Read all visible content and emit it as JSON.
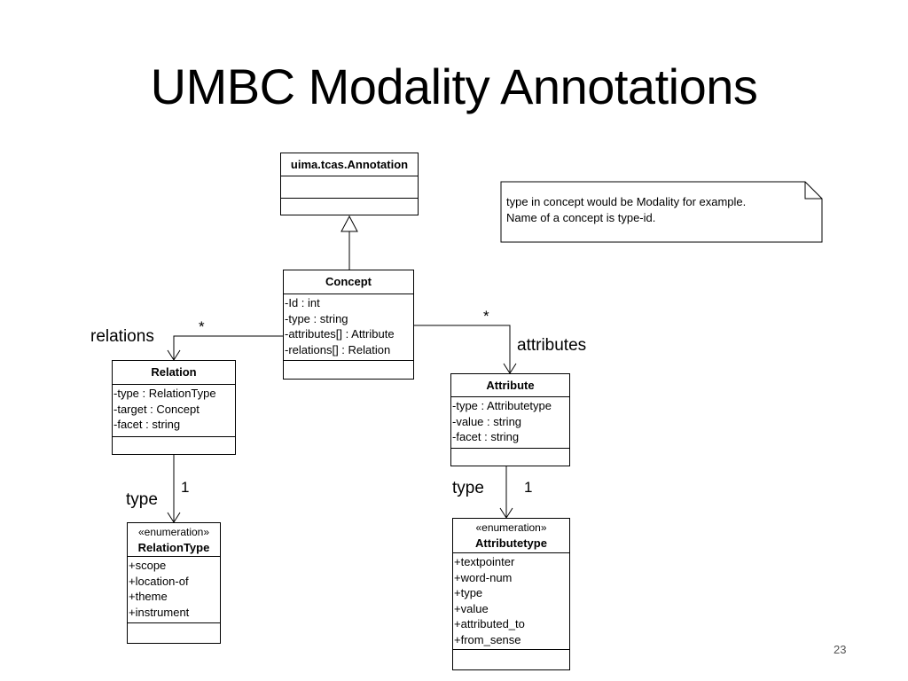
{
  "slide": {
    "title": "UMBC Modality Annotations",
    "page_number": "23"
  },
  "diagram": {
    "annotation_class": {
      "name": "uima.tcas.Annotation"
    },
    "concept": {
      "name": "Concept",
      "attributes": [
        "-Id : int",
        "-type : string",
        "-attributes[] : Attribute",
        "-relations[] : Relation"
      ]
    },
    "relation": {
      "name": "Relation",
      "attributes": [
        "-type : RelationType",
        "-target : Concept",
        "-facet : string"
      ]
    },
    "attribute": {
      "name": "Attribute",
      "attributes": [
        "-type : Attributetype",
        "-value : string",
        "-facet : string"
      ]
    },
    "relation_type": {
      "stereotype": "«enumeration»",
      "name": "RelationType",
      "attributes": [
        "+scope",
        "+location-of",
        "+theme",
        "+instrument"
      ]
    },
    "attribute_type": {
      "stereotype": "«enumeration»",
      "name": "Attributetype",
      "attributes": [
        "+textpointer",
        "+word-num",
        "+type",
        "+value",
        "+attributed_to",
        "+from_sense"
      ]
    },
    "note": {
      "line1": "type in concept would be Modality for example.",
      "line2": "Name of a concept is type-id."
    },
    "labels": {
      "relations": "relations",
      "relations_mult": "*",
      "attributes": "attributes",
      "attributes_mult": "*",
      "relation_type_role": "type",
      "relation_type_mult": "1",
      "attribute_type_role": "type",
      "attribute_type_mult": "1"
    }
  }
}
